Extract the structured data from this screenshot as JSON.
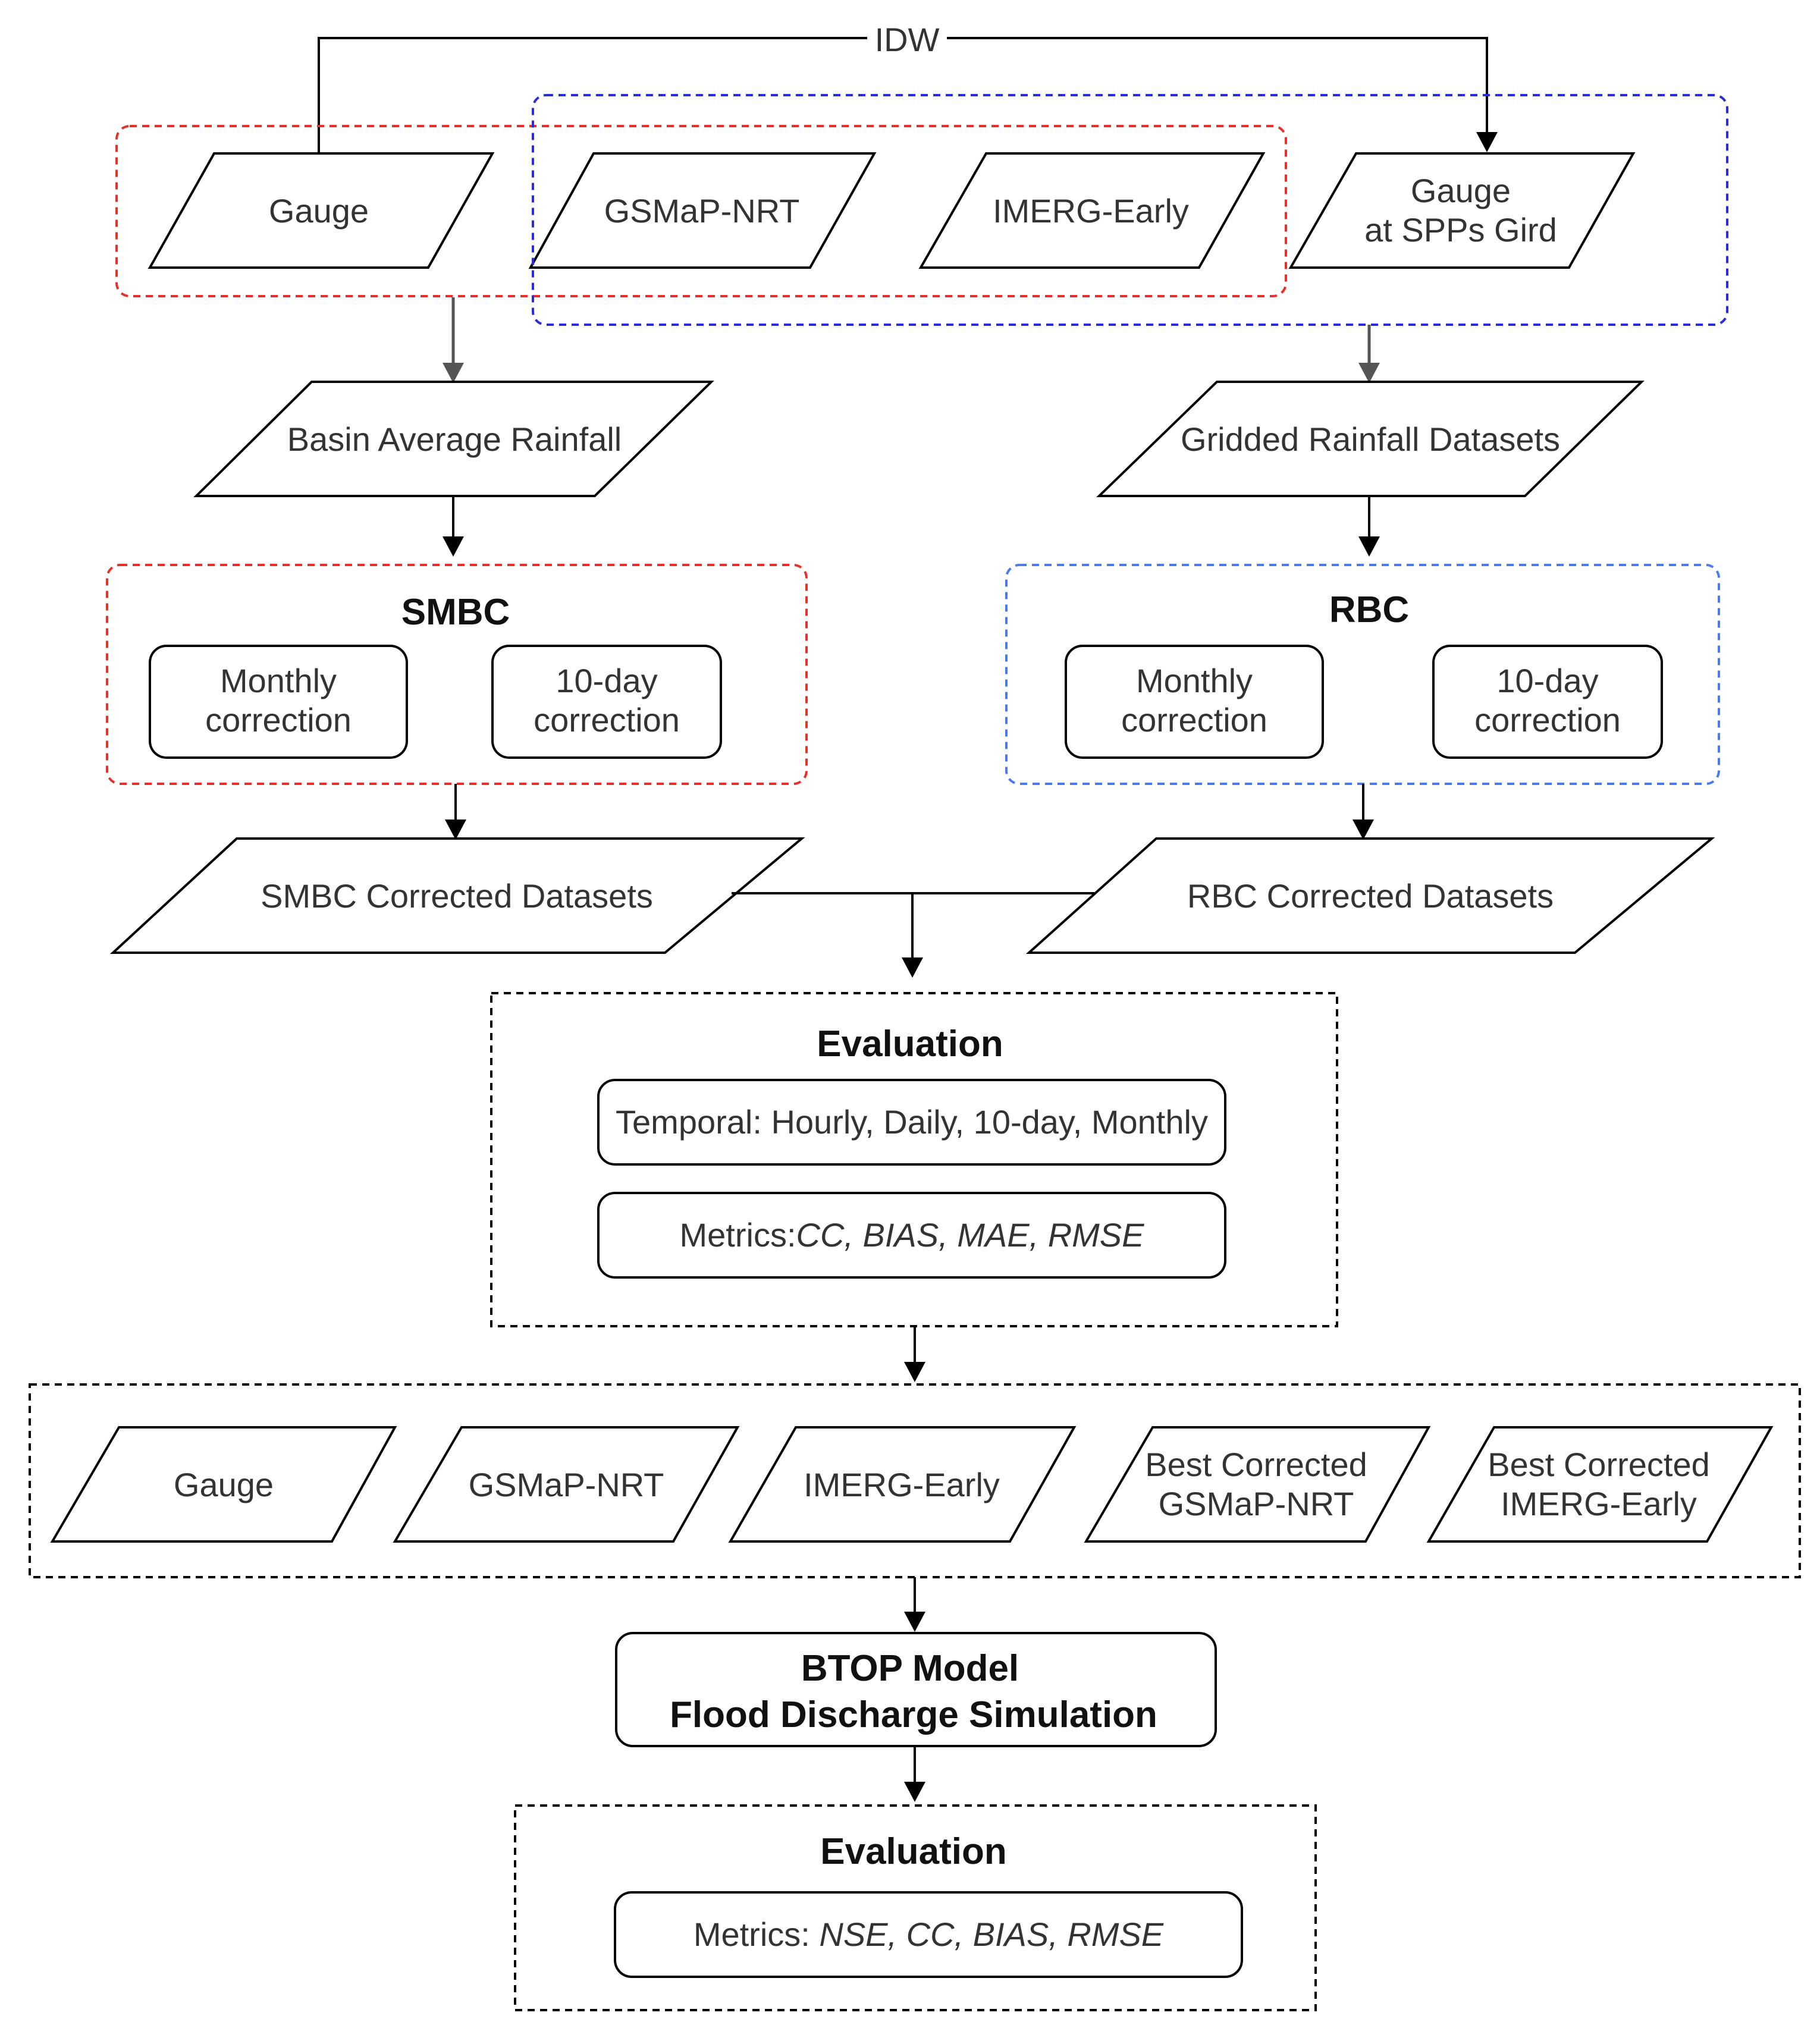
{
  "top": {
    "idw_label": "IDW",
    "gauge": "Gauge",
    "gsmap_nrt": "GSMaP-NRT",
    "imerg_early": "IMERG-Early",
    "gauge_spp": [
      "Gauge",
      "at SPPs Gird"
    ]
  },
  "left_branch": {
    "basin_average": "Basin Average Rainfall",
    "title": "SMBC",
    "monthly": [
      "Monthly",
      "correction"
    ],
    "tenday": [
      "10-day",
      "correction"
    ],
    "corrected": "SMBC Corrected Datasets"
  },
  "right_branch": {
    "gridded": "Gridded Rainfall Datasets",
    "title": "RBC",
    "monthly": [
      "Monthly",
      "correction"
    ],
    "tenday": [
      "10-day",
      "correction"
    ],
    "corrected": "RBC Corrected Datasets"
  },
  "evaluation1": {
    "title": "Evaluation",
    "temporal": "Temporal: Hourly, Daily, 10-day, Monthly",
    "metrics_prefix": "Metrics:",
    "metrics_values": "CC, BIAS, MAE, RMSE"
  },
  "datasets": {
    "gauge": "Gauge",
    "gsmap_nrt": "GSMaP-NRT",
    "imerg_early": "IMERG-Early",
    "best_gsmap": [
      "Best Corrected",
      "GSMaP-NRT"
    ],
    "best_imerg": [
      "Best Corrected",
      "IMERG-Early"
    ]
  },
  "model": {
    "line1": "BTOP Model",
    "line2": "Flood Discharge Simulation"
  },
  "evaluation2": {
    "title": "Evaluation",
    "metrics_prefix": "Metrics: ",
    "metrics_values": "NSE, CC, BIAS, RMSE"
  }
}
